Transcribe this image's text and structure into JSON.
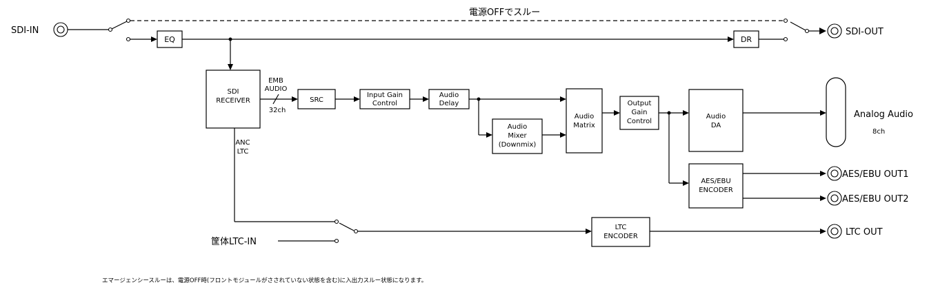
{
  "inputs": {
    "sdi_in": "SDI-IN",
    "ltc_in": "筐体LTC-IN"
  },
  "outputs": {
    "sdi_out": "SDI-OUT",
    "analog_audio": "Analog Audio",
    "analog_audio_ch": "8ch",
    "aes_out1": "AES/EBU OUT1",
    "aes_out2": "AES/EBU OUT2",
    "ltc_out": "LTC OUT"
  },
  "bypass_label": "電源OFFでスルー",
  "blocks": {
    "eq": "EQ",
    "dr": "DR",
    "sdi_receiver_1": "SDI",
    "sdi_receiver_2": "RECEIVER",
    "src": "SRC",
    "input_gain_1": "Input Gain",
    "input_gain_2": "Control",
    "audio_delay_1": "Audio",
    "audio_delay_2": "Delay",
    "audio_mixer_1": "Audio",
    "audio_mixer_2": "Mixer",
    "audio_mixer_3": "(Downmix)",
    "audio_matrix_1": "Audio",
    "audio_matrix_2": "Matrix",
    "output_gain_1": "Output",
    "output_gain_2": "Gain",
    "output_gain_3": "Control",
    "audio_da_1": "Audio",
    "audio_da_2": "DA",
    "aes_encoder_1": "AES/EBU",
    "aes_encoder_2": "ENCODER",
    "ltc_encoder_1": "LTC",
    "ltc_encoder_2": "ENCODER"
  },
  "labels": {
    "emb_1": "EMB",
    "emb_2": "AUDIO",
    "emb_3": "32ch",
    "anc_1": "ANC",
    "anc_2": "LTC"
  },
  "footnote": "エマージェンシースルーは、電源OFF時(フロントモジュールがさされていない状態を含む)に入出力スルー状態になります。"
}
